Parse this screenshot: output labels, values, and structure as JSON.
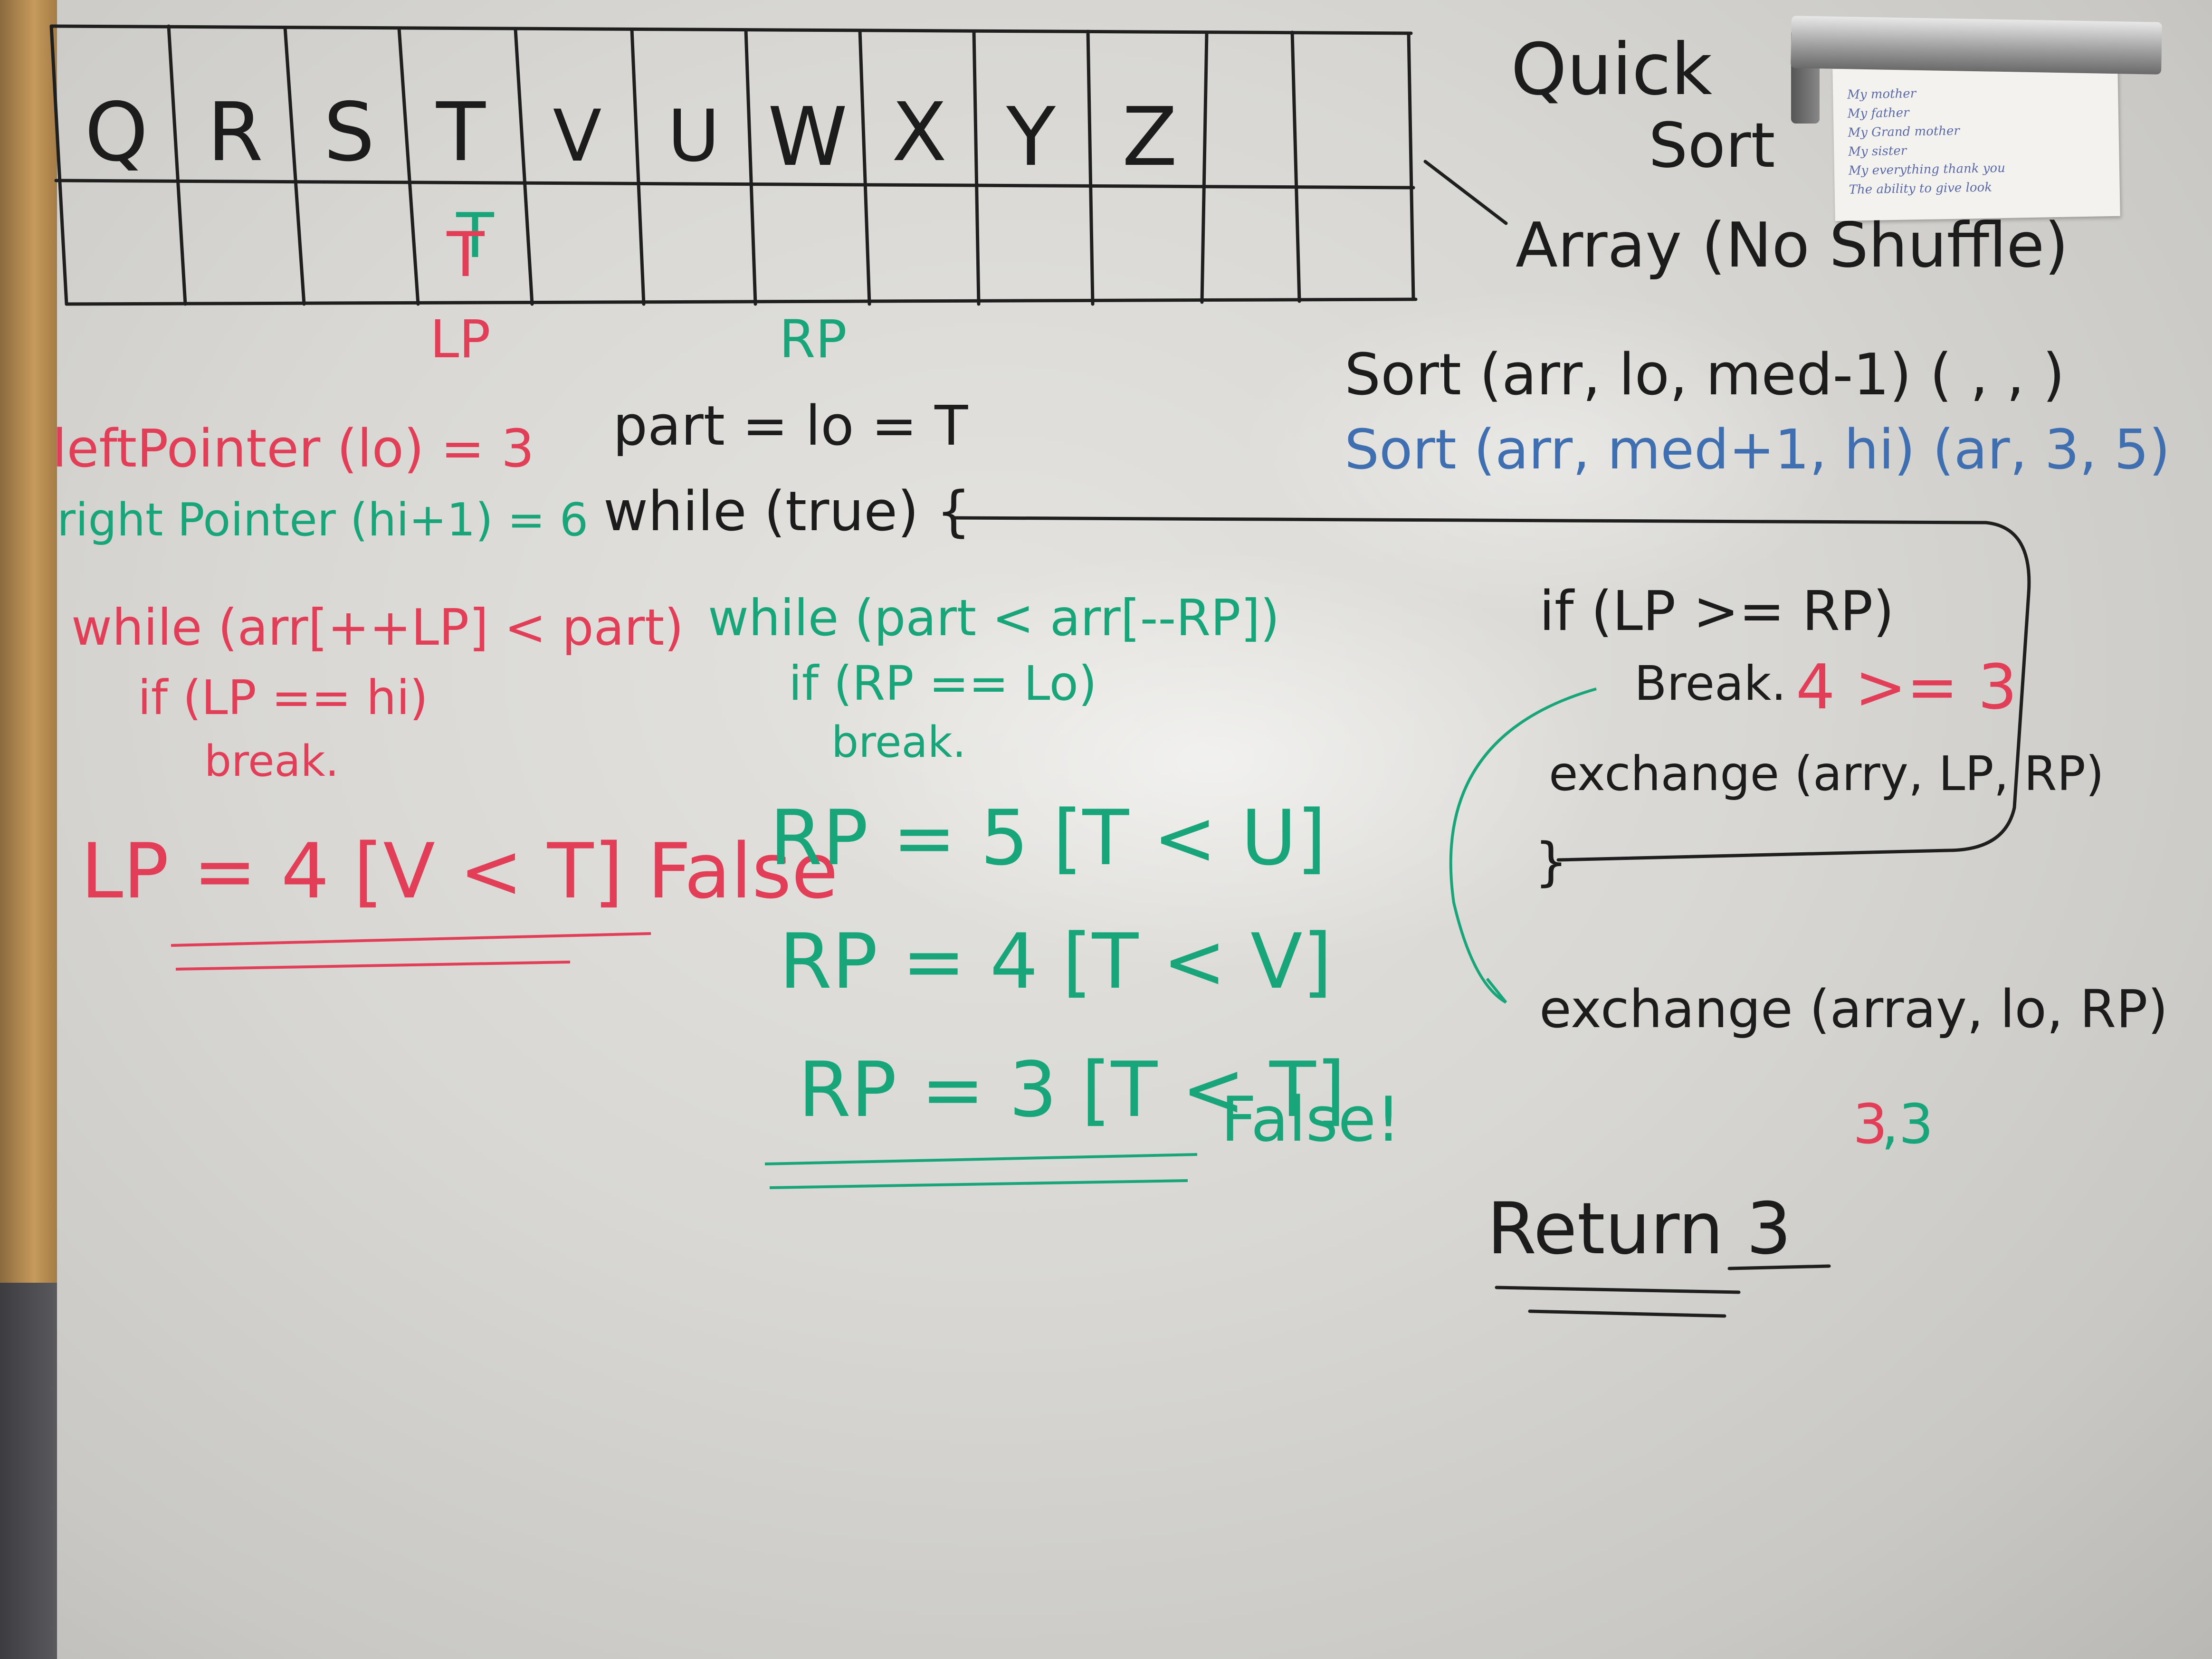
{
  "grid": {
    "letters": [
      "Q",
      "R",
      "S",
      "T",
      "V",
      "U",
      "W",
      "X",
      "Y",
      "Z",
      "",
      ""
    ],
    "second_row": [
      "",
      "",
      "",
      "T",
      "",
      "",
      "",
      "",
      "",
      "",
      "",
      ""
    ],
    "lp_label": "LP",
    "rp_label": "RP"
  },
  "title": {
    "line1": "Quick",
    "line2": "Sort",
    "subtitle": "Array (No Shuffle)"
  },
  "card": {
    "lines": [
      "My mother",
      "My father",
      "My Grand mother",
      "My sister",
      "My everything  thank you",
      "The ability to give look"
    ]
  },
  "right_top": {
    "sort1": "Sort (arr, lo, med-1) (     ,     ,     )",
    "sort2": "Sort (arr, med+1, hi) (ar, 3, 5)"
  },
  "left_red": {
    "left_pointer": "leftPointer (lo) = 3",
    "while_line": "while (arr[++LP] < part)",
    "if_line": "if (LP == hi)",
    "break": "break.",
    "result": "LP = 4 [V < T] False"
  },
  "left_green": {
    "right_pointer": "right Pointer (hi+1) = 6"
  },
  "middle_black": {
    "part": "part = lo = T",
    "while_true": "while (true) {"
  },
  "middle_green": {
    "while_line": "while (part < arr[--RP])",
    "if_line": "if (RP == Lo)",
    "break": "break.",
    "rp5": "RP = 5 [T < U]",
    "rp4": "RP = 4 [T < V]",
    "rp3": "RP = 3 [T < T]",
    "false_label": "False!"
  },
  "right_block": {
    "if_line": "if (LP >= RP)",
    "break": "Break.",
    "compare": "4 >= 3",
    "exchange1": "exchange (arry, LP, RP)",
    "close_brace": "}",
    "exchange2": "exchange (array, lo, RP)",
    "pair_a": "3",
    "pair_b": ",3",
    "return": "Return 3"
  },
  "colors": {
    "red": "#e23e58",
    "green": "#18a57a",
    "blue": "#3f6fb0",
    "black": "#1c1c1c",
    "board": "#dcdbd7"
  }
}
